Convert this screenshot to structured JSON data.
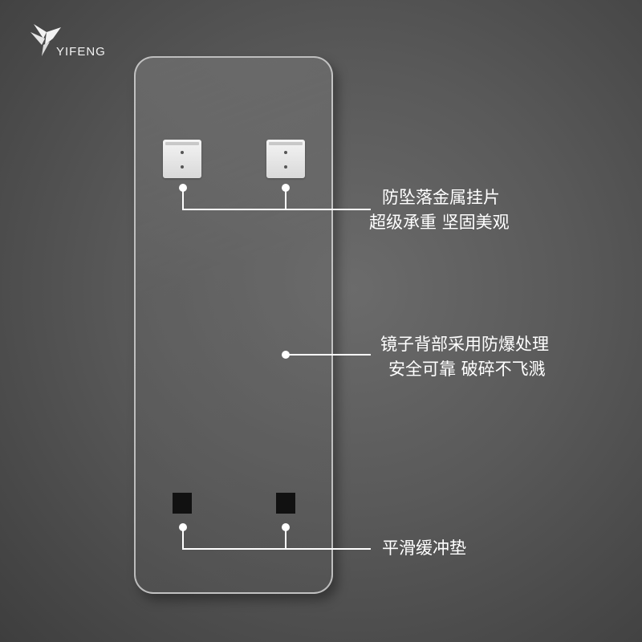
{
  "brand": {
    "name": "YIFENG",
    "logo_icon": "bird-logo-icon"
  },
  "callouts": [
    {
      "line1": "防坠落金属挂片",
      "line2": "超级承重 坚固美观"
    },
    {
      "line1": "镜子背部采用防爆处理",
      "line2": "安全可靠 破碎不飞溅"
    },
    {
      "line1": "平滑缓冲垫"
    }
  ],
  "colors": {
    "background": "#595959",
    "accent": "#ffffff",
    "pad": "#111111"
  }
}
